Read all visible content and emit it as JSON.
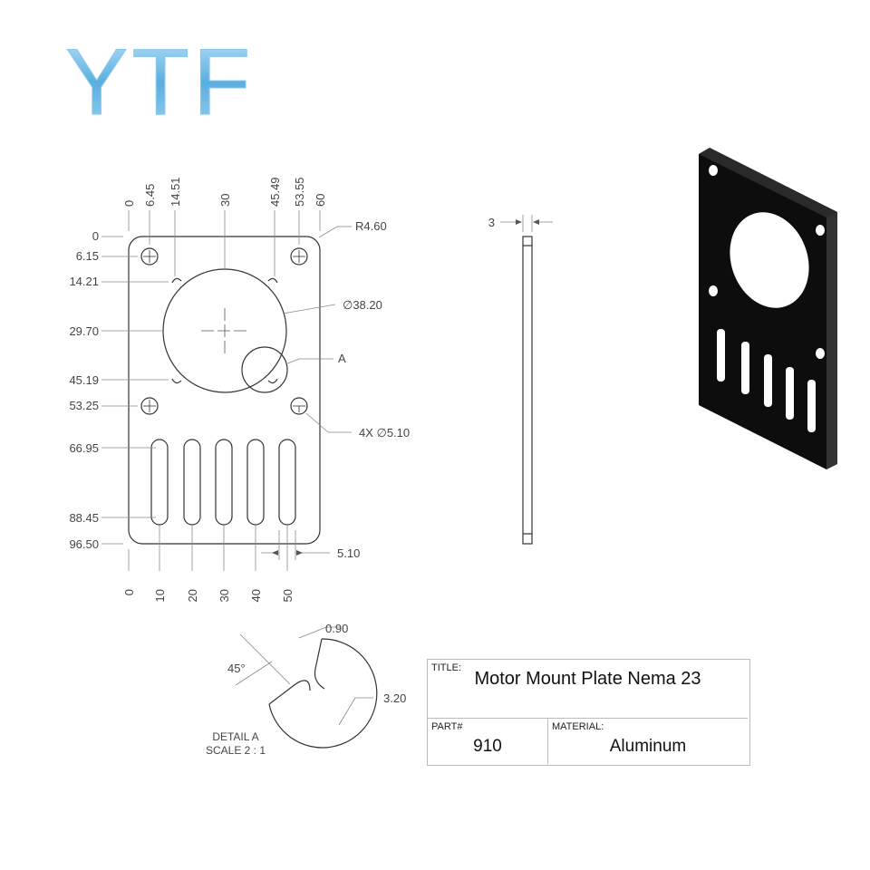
{
  "logo": {
    "text": "YTF"
  },
  "front_view": {
    "x_dims": [
      "0",
      "6.45",
      "14.51",
      "30",
      "45.49",
      "53.55",
      "60"
    ],
    "y_dims": [
      "0",
      "6.15",
      "14.21",
      "29.70",
      "45.19",
      "53.25",
      "66.95",
      "88.45",
      "96.50"
    ],
    "bottom_dims": [
      "0",
      "10",
      "20",
      "30",
      "40",
      "50"
    ],
    "callouts": {
      "radius": "R4.60",
      "bore": "∅38.20",
      "detail_ref": "A",
      "holes": "4X ∅5.10",
      "slot_width": "5.10"
    }
  },
  "side_view": {
    "thickness": "3"
  },
  "detail": {
    "angle": "45°",
    "notch_depth": "0.90",
    "notch_width": "3.20",
    "caption_line1": "DETAIL A",
    "caption_line2": "SCALE 2 : 1"
  },
  "title_block": {
    "title_label": "TITLE:",
    "title_value": "Motor Mount Plate Nema 23",
    "part_label": "PART#",
    "part_value": "910",
    "material_label": "MATERIAL:",
    "material_value": "Aluminum"
  },
  "colors": {
    "line": "#333333",
    "dim": "#555555",
    "logo": "#5aaee0",
    "plate": "#111111"
  }
}
